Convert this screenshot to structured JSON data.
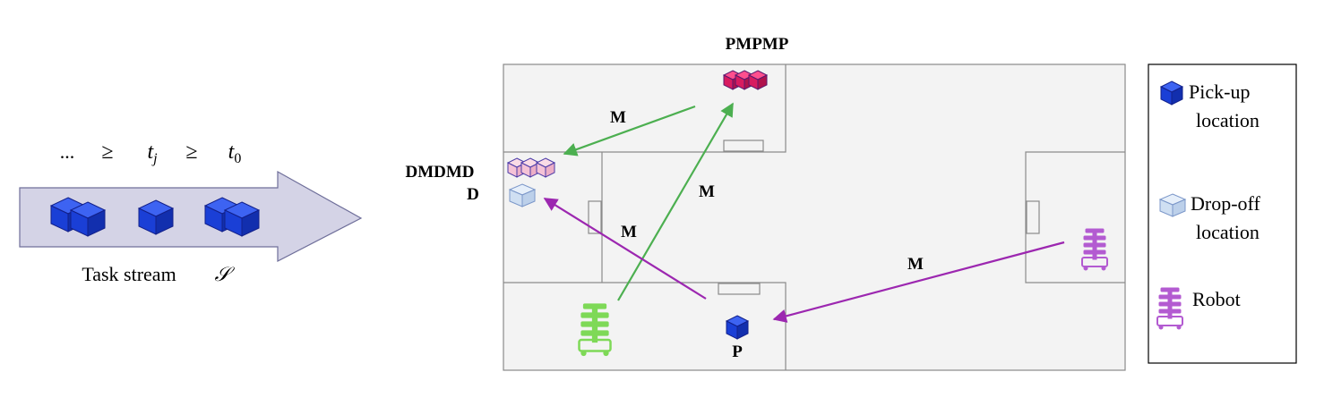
{
  "task_stream": {
    "order": [
      "...",
      "≥",
      "t",
      "j",
      "≥",
      "t",
      "0"
    ],
    "label": "Task stream",
    "symbol": "𝒮"
  },
  "map_labels": {
    "pick_cluster": "PMPMP",
    "drop_cluster_line1": "DMDMD",
    "drop_cluster_line2": "D",
    "move_1": "M",
    "move_2": "M",
    "move_3": "M",
    "move_4": "M",
    "pickup_point": "P"
  },
  "legend": {
    "pickup": [
      "Pick-up",
      "location"
    ],
    "dropoff": [
      "Drop-off",
      "location"
    ],
    "robot": "Robot"
  },
  "colors": {
    "pickup": "#1a3fd6",
    "pickup_stack": "#d81b60",
    "dropoff": "#c8d8f0",
    "dropoff_stack": "#f4c2d6",
    "robot_purple": "#b35bd1",
    "robot_green": "#7ed957",
    "arrow_green": "#4caf50",
    "arrow_purple": "#9c27b0",
    "stream_fill": "#d4d3e6",
    "floor": "#f3f3f3"
  }
}
